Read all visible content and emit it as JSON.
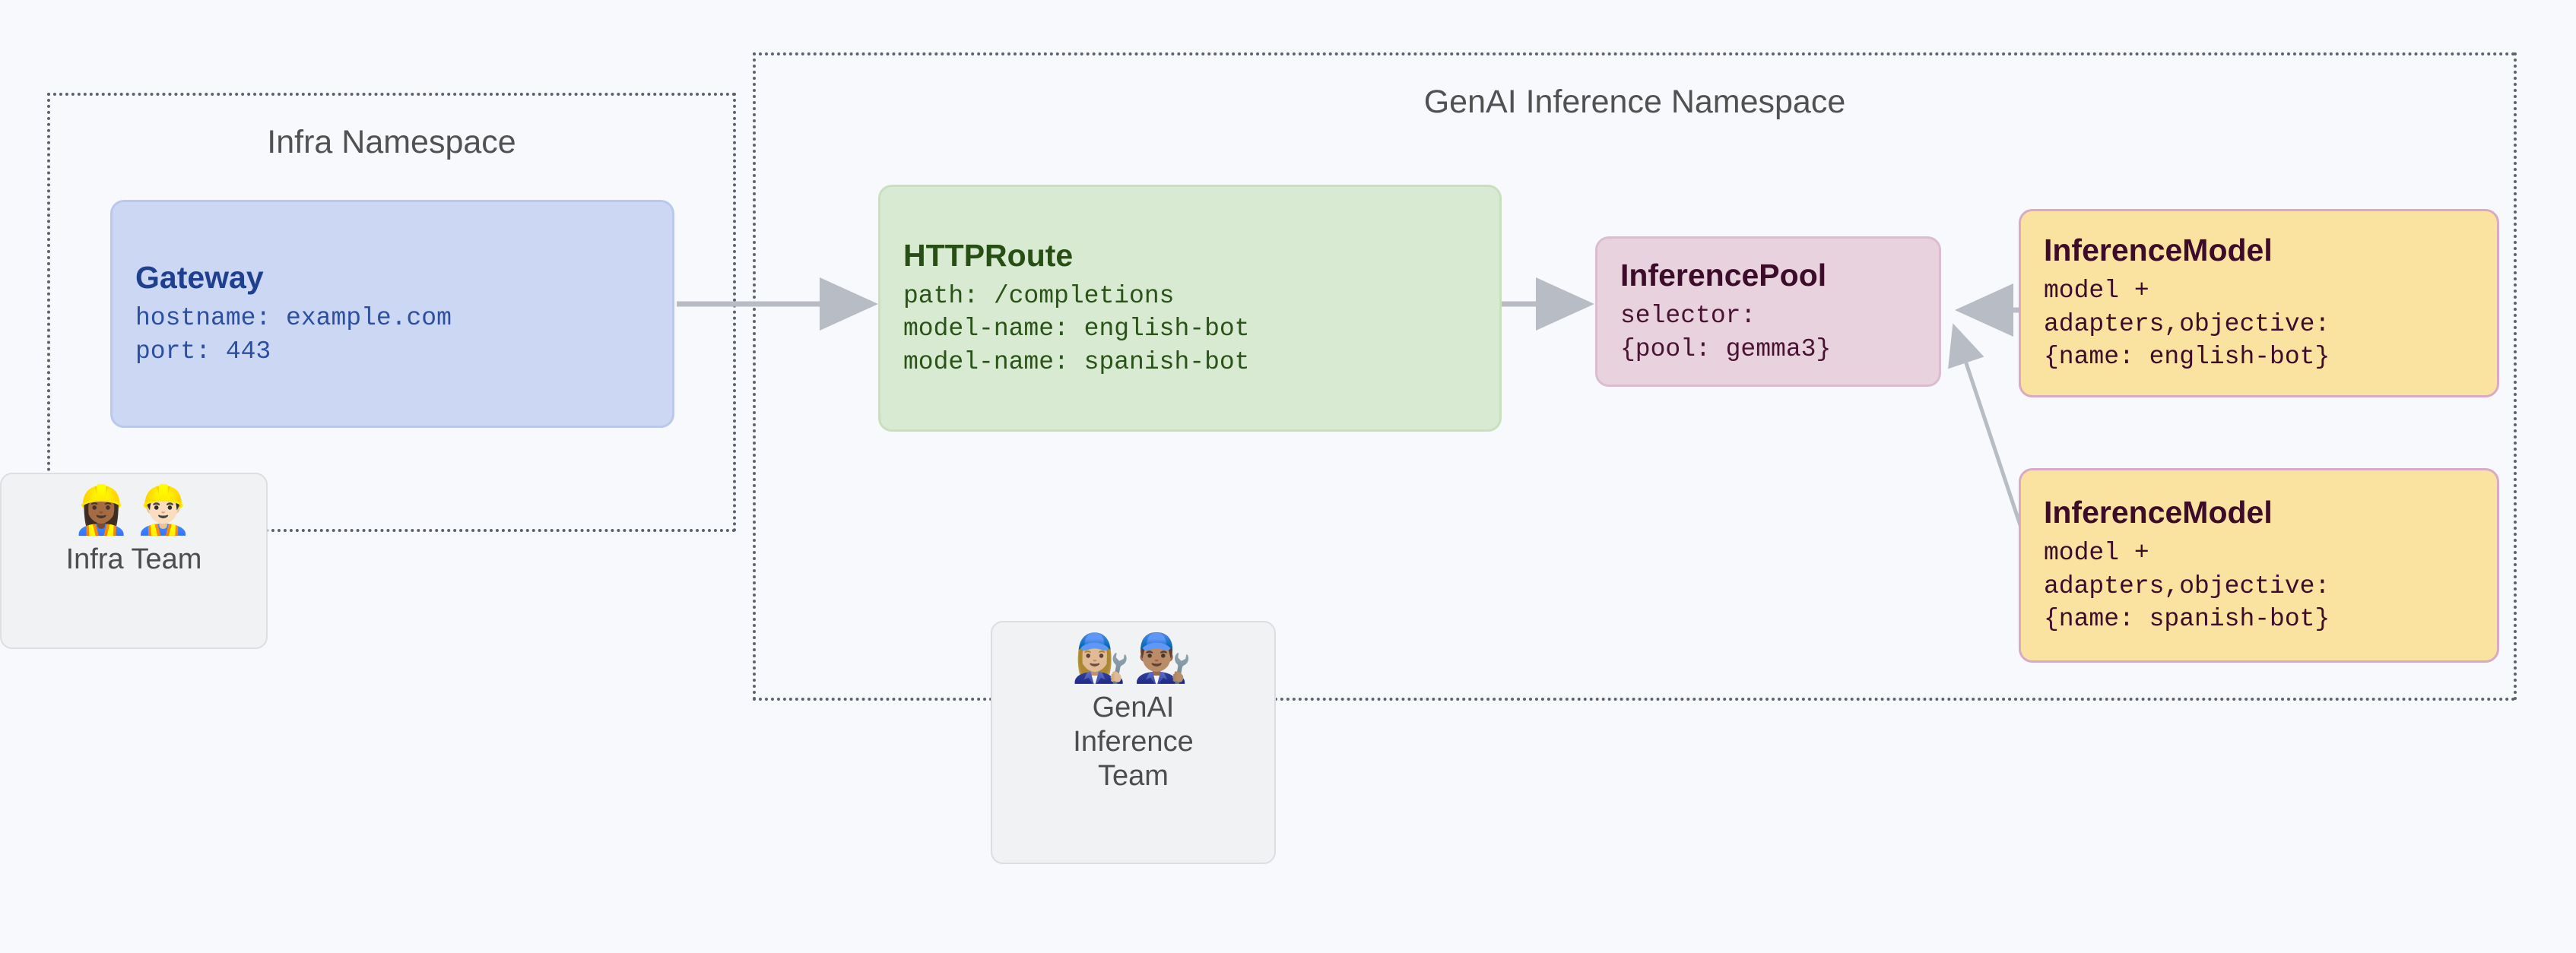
{
  "namespaces": [
    {
      "title": "Infra Namespace"
    },
    {
      "title": "GenAI Inference Namespace"
    }
  ],
  "cards": {
    "gateway": {
      "title": "Gateway",
      "line1": "hostname: example.com",
      "line2": "port: 443"
    },
    "httproute": {
      "title": "HTTPRoute",
      "line1": "path: /completions",
      "line2": "model-name: english-bot",
      "line3": "model-name: spanish-bot"
    },
    "inferencepool": {
      "title": "InferencePool",
      "line1": "selector:",
      "line2": "{pool: gemma3}"
    },
    "inferencemodel_english": {
      "title": "InferenceModel",
      "line1": "model +",
      "line2": "adapters,objective:",
      "line3": "{name: english-bot}"
    },
    "inferencemodel_spanish": {
      "title": "InferenceModel",
      "line1": "model +",
      "line2": "adapters,objective:",
      "line3": "{name: spanish-bot}"
    }
  },
  "teams": {
    "infra": {
      "emojis": "👷🏾‍♀️👷🏻‍♂️",
      "label": "Infra Team"
    },
    "genai": {
      "emojis": "👩🏼‍🔧👨🏽‍🔧",
      "label": "GenAI\nInference\nTeam"
    }
  },
  "colors": {
    "background": "#f8f9fc",
    "namespace_border": "#5c6370",
    "gateway_fill": "#ccd8f3",
    "gateway_text": "#1f3f8f",
    "httproute_fill": "#d9ead3",
    "httproute_text": "#274e13",
    "inferencepool_fill": "#e8d2de",
    "inferencepool_text": "#3d0c2a",
    "inferencemodel_fill": "#fae3a0",
    "inferencemodel_border": "#d8aac6",
    "connector": "#b8bcc4",
    "team_fill": "#f1f2f4",
    "team_text": "#4d4d4d"
  },
  "connectors": [
    {
      "from": "gateway",
      "to": "httproute",
      "style": "arrow-right"
    },
    {
      "from": "httproute",
      "to": "inferencepool",
      "style": "arrow-right"
    },
    {
      "from": "inferencemodel_english",
      "to": "inferencepool",
      "style": "arrow-left"
    },
    {
      "from": "inferencemodel_spanish",
      "to": "inferencepool",
      "style": "arrow-diagonal"
    }
  ]
}
